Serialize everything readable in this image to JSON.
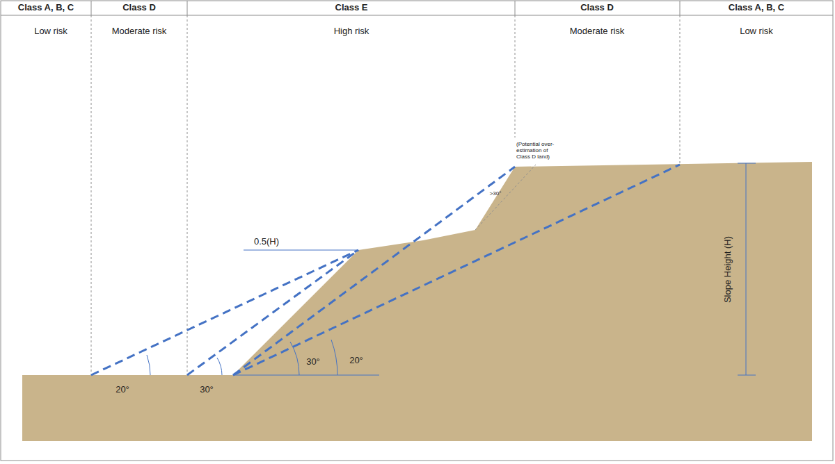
{
  "diagram": {
    "labels": [
      "Class A, B, C",
      "Class D",
      "Class E",
      "Class D",
      "Class A, B, C",
      "Low risk",
      "Moderate risk",
      "High risk",
      "Moderate risk",
      "Low risk",
      "(Potential over-estimation of Class D land)",
      ">30°",
      "0.5(H)",
      "20°",
      "30°",
      "30°",
      "20°",
      "Slope Height (H)"
    ]
  }
}
